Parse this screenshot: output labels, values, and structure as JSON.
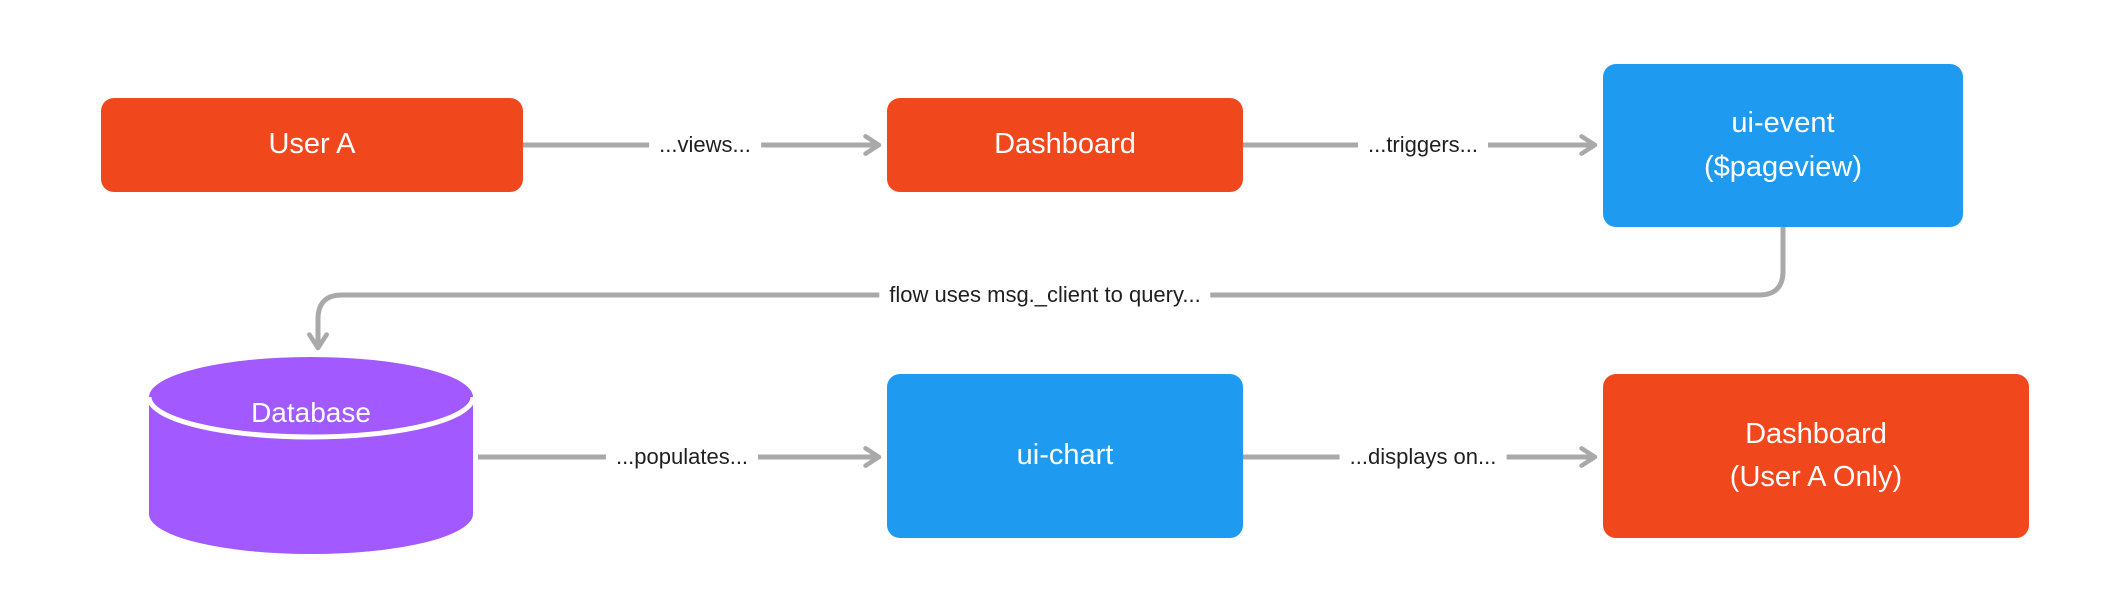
{
  "diagram": {
    "colors": {
      "node_red": "#F0471C",
      "node_blue": "#1E9BF0",
      "node_purple": "#A259FF",
      "arrow": "#A9A9A9",
      "edge_label_text": "#1F1F1F",
      "node_text": "#FFFFFF",
      "background": "#FFFFFF"
    },
    "nodes": {
      "user_a": {
        "label": "User A",
        "shape": "rounded-rect"
      },
      "dashboard": {
        "label": "Dashboard",
        "shape": "rounded-rect"
      },
      "ui_event": {
        "lines": [
          "ui-event",
          "($pageview)"
        ],
        "shape": "rounded-rect"
      },
      "database": {
        "label": "Database",
        "shape": "cylinder"
      },
      "ui_chart": {
        "label": "ui-chart",
        "shape": "rounded-rect"
      },
      "dashboard_user_a": {
        "lines": [
          "Dashboard",
          "(User A Only)"
        ],
        "shape": "rounded-rect"
      }
    },
    "edges": {
      "views": {
        "label": "...views...",
        "from": "user_a",
        "to": "dashboard"
      },
      "triggers": {
        "label": "...triggers...",
        "from": "dashboard",
        "to": "ui_event"
      },
      "query": {
        "label": "flow uses msg._client to query...",
        "from": "ui_event",
        "to": "database"
      },
      "populates": {
        "label": "...populates...",
        "from": "database",
        "to": "ui_chart"
      },
      "displays": {
        "label": "...displays on...",
        "from": "ui_chart",
        "to": "dashboard_user_a"
      }
    }
  }
}
